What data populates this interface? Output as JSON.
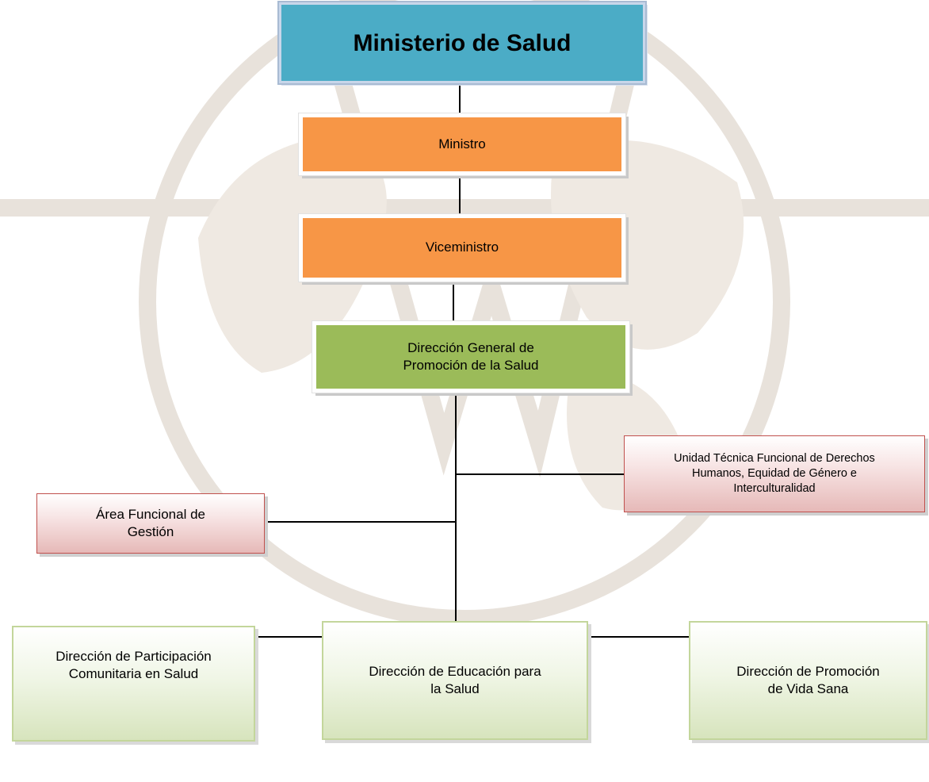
{
  "diagram": {
    "root": {
      "lines": [
        "Ministerio de Salud"
      ]
    },
    "ministro": {
      "lines": [
        "Ministro"
      ]
    },
    "viceministro": {
      "lines": [
        "Viceministro"
      ]
    },
    "direccion_general": {
      "lines": [
        "Dirección General de",
        "Promoción de la Salud"
      ]
    },
    "unidad_tecnica": {
      "lines": [
        "Unidad Técnica Funcional de Derechos",
        "Humanos, Equidad de Género e",
        "Interculturalidad"
      ]
    },
    "area_funcional": {
      "lines": [
        "Área Funcional de",
        "Gestión"
      ]
    },
    "dir_participacion": {
      "lines": [
        "Dirección de Participación",
        "Comunitaria en Salud"
      ]
    },
    "dir_educacion": {
      "lines": [
        "Dirección de Educación para",
        "la Salud"
      ]
    },
    "dir_vida_sana": {
      "lines": [
        "Dirección de Promoción",
        "de Vida Sana"
      ]
    }
  },
  "colors": {
    "root_fill": "#4bacc6",
    "executive_fill": "#f79646",
    "general_direction_fill": "#9bbb59",
    "staff_unit_fill": "#e6b9b8",
    "operational_fill": "#d7e4bd",
    "connector": "#000000",
    "watermark": "#e6e0d9"
  }
}
